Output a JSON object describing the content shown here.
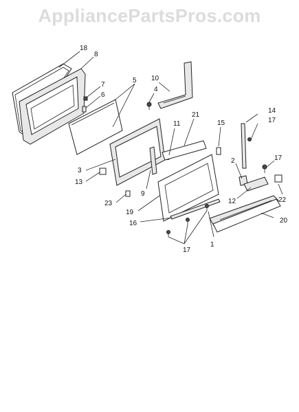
{
  "watermark": "AppliancePartsPros.com",
  "callouts": {
    "c18": "18",
    "c8": "8",
    "c7": "7",
    "c6": "6",
    "c5": "5",
    "c10": "10",
    "c4": "4",
    "c11": "11",
    "c21": "21",
    "c15": "15",
    "c14": "14",
    "c17a": "17",
    "c3": "3",
    "c13": "13",
    "c9": "9",
    "c2": "2",
    "c17b": "17",
    "c12": "12",
    "c22": "22",
    "c23": "23",
    "c19": "19",
    "c20": "20",
    "c16": "16",
    "c1": "1",
    "c17c": "17"
  }
}
